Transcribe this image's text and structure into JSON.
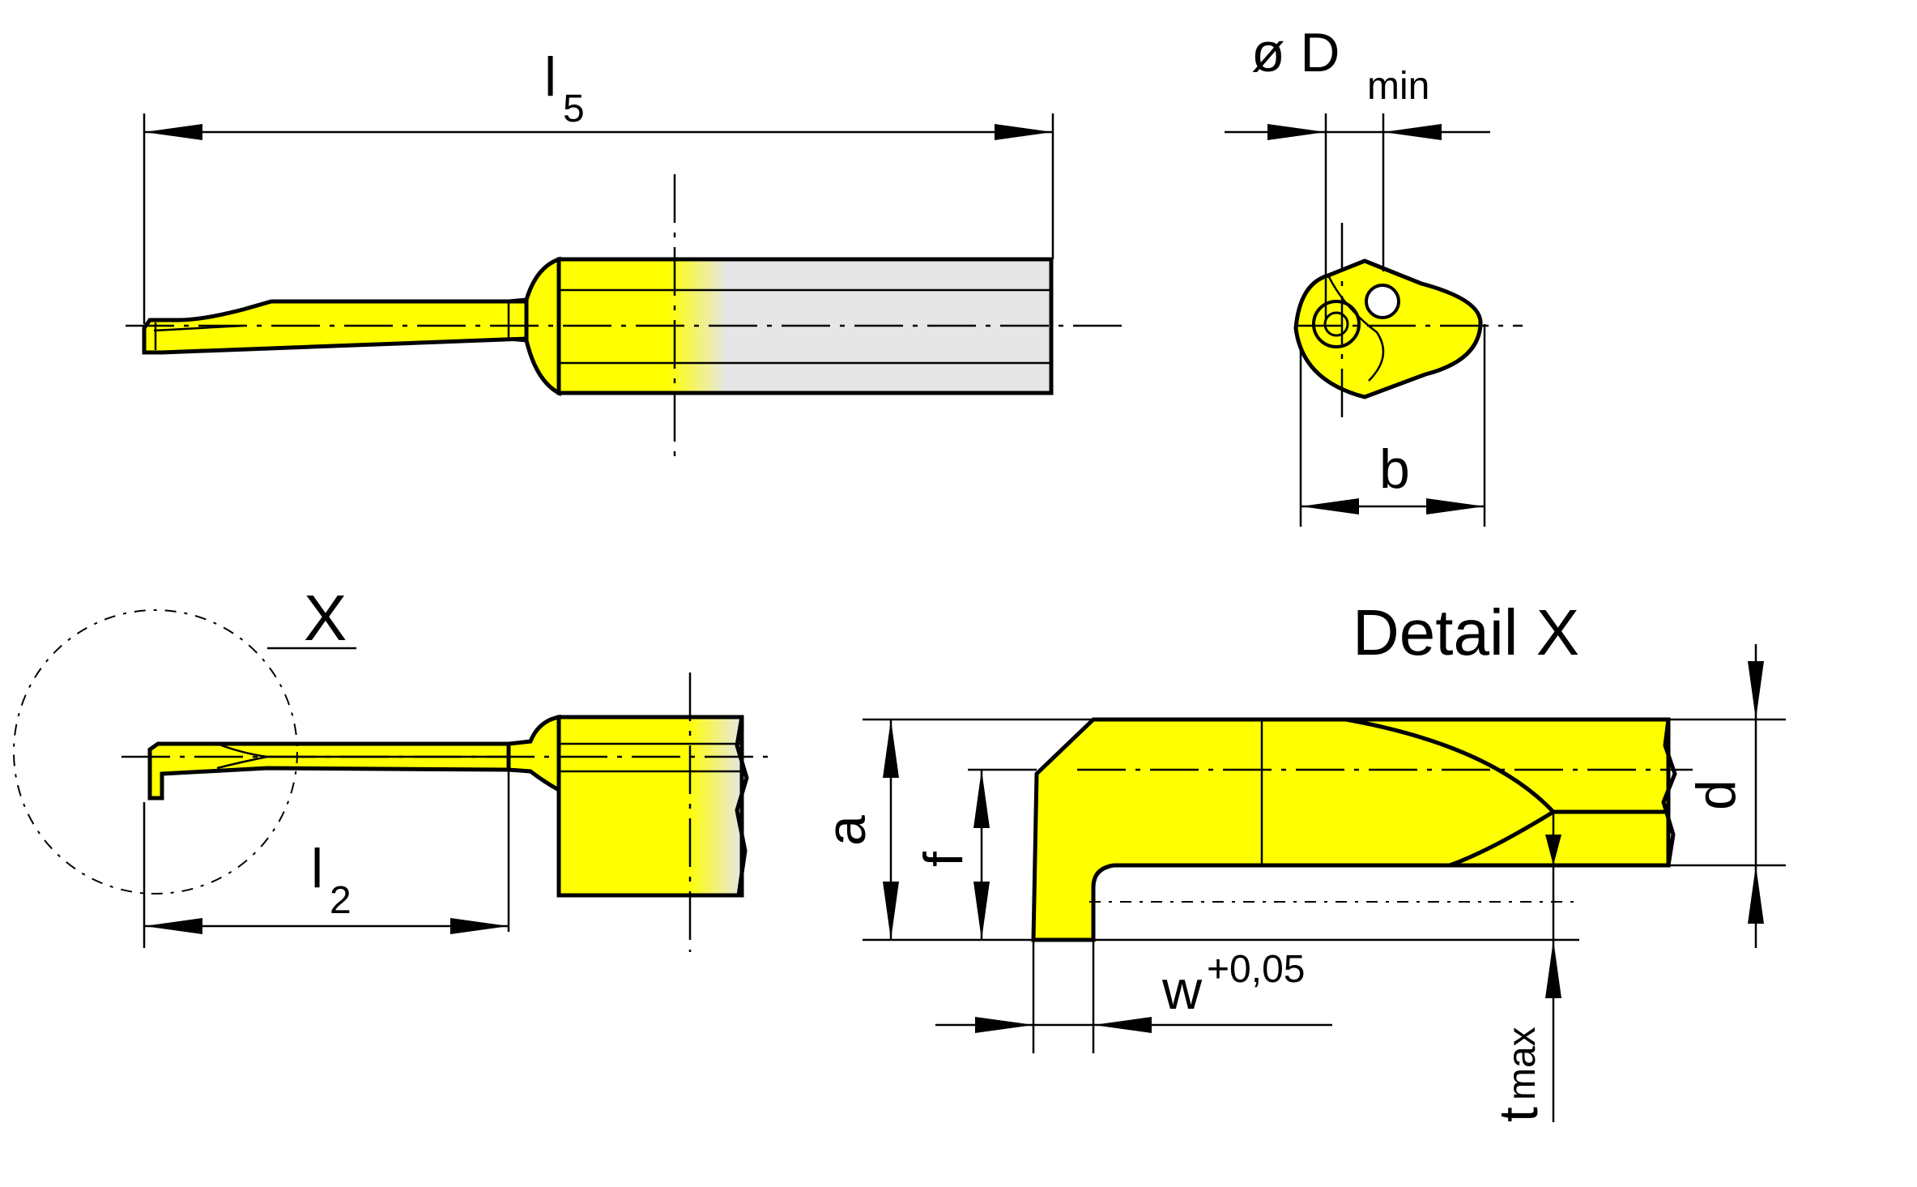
{
  "colors": {
    "carbide_yellow": "#ffff00",
    "shank_gray": "#e6e6e6",
    "line": "#000000"
  },
  "labels": {
    "l5_main": "l",
    "l5_sub": "5",
    "dmin_main": "ø D",
    "dmin_sub": "min",
    "b": "b",
    "x": "X",
    "l2_main": "l",
    "l2_sub": "2",
    "detail_title": "Detail X",
    "a": "a",
    "f": "f",
    "d": "d",
    "w_main": "w",
    "w_sup": "+0,05",
    "tmax_main": "t",
    "tmax_sub": "max"
  }
}
